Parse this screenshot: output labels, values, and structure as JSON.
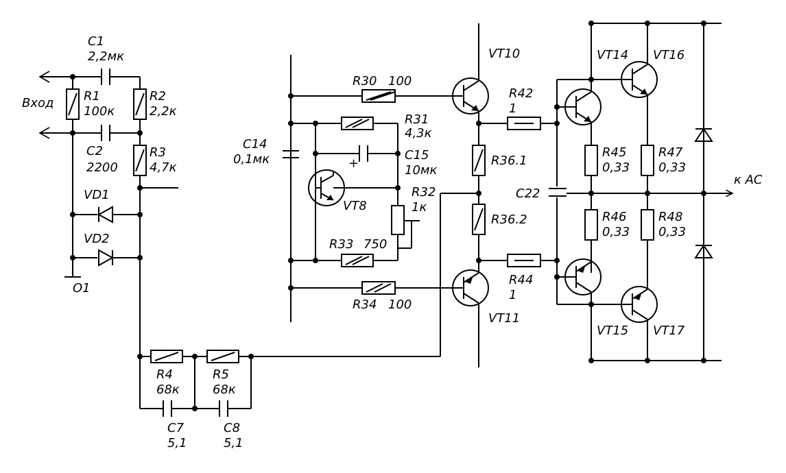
{
  "diagram": {
    "labels": {
      "c1": "C1",
      "c1_val": "2,2мк",
      "input": "Вход",
      "r1": "R1",
      "r1_val": "100к",
      "r2": "R2",
      "r2_val": "2,2к",
      "c2": "C2",
      "c2_val": "2200",
      "r3": "R3",
      "r3_val": "4,7к",
      "vd1": "VD1",
      "vd2": "VD2",
      "gnd": "O1",
      "r4": "R4",
      "r4_val": "68к",
      "r5": "R5",
      "r5_val": "68к",
      "c7": "C7",
      "c7_val": "5,1",
      "c8": "C8",
      "c8_val": "5,1",
      "c14": "C14",
      "c14_val": "0,1мк",
      "r30": "R30",
      "r30_val": "100",
      "r31": "R31",
      "r31_val": "4,3к",
      "c15": "C15",
      "c15_val": "10мк",
      "plus": "+",
      "vt8": "VT8",
      "r32": "R32",
      "r32_val": "1к",
      "r33": "R33",
      "r33_val": "750",
      "r34": "R34",
      "r34_val": "100",
      "vt10": "VT10",
      "vt11": "VT11",
      "r42": "R42",
      "r42_val": "1",
      "r44": "R44",
      "r44_val": "1",
      "r36_1": "R36.1",
      "r36_2": "R36.2",
      "c22": "C22",
      "vt14": "VT14",
      "vt16": "VT16",
      "vt15": "VT15",
      "vt17": "VT17",
      "r45": "R45",
      "r45_val": "0,33",
      "r46": "R46",
      "r46_val": "0,33",
      "r47": "R47",
      "r47_val": "0,33",
      "r48": "R48",
      "r48_val": "0,33",
      "output": "к АС"
    }
  }
}
